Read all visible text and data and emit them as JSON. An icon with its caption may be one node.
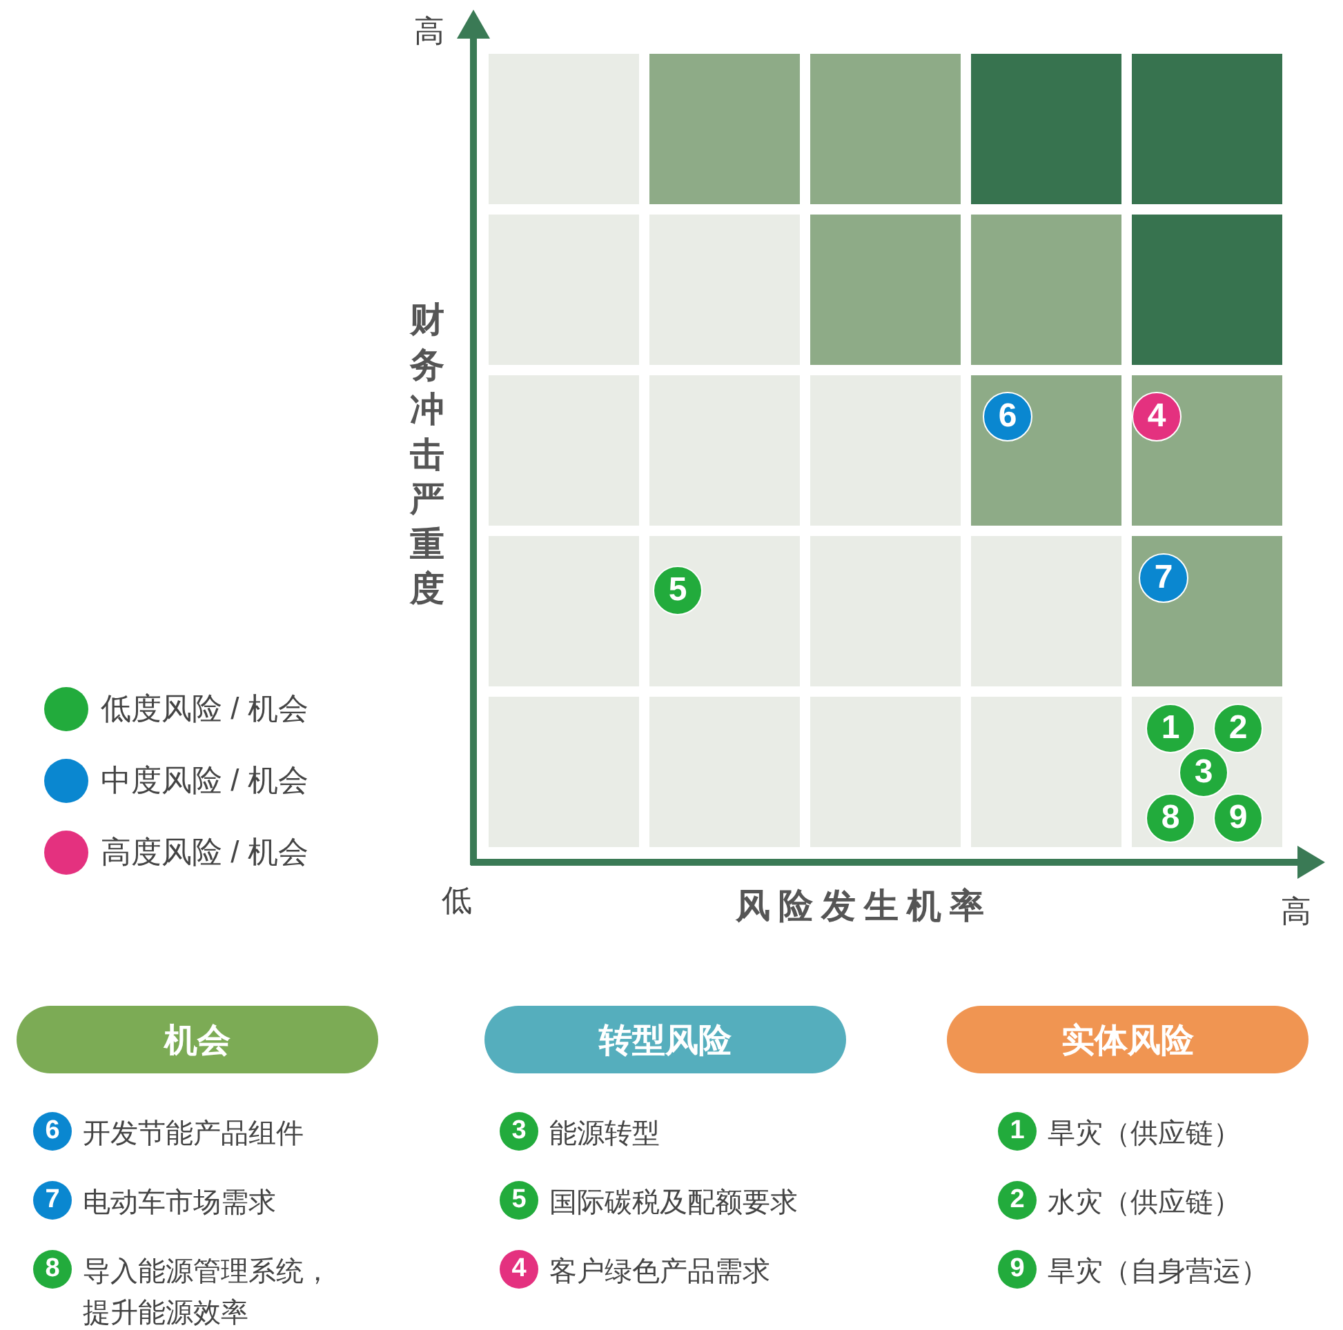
{
  "diagram": {
    "nodes": [
      {
        "text": [
          "6"
        ]
      },
      {
        "text": [
          "4"
        ]
      },
      {
        "text": [
          "7"
        ]
      },
      {
        "text": [
          "5"
        ]
      },
      {
        "text": [
          "1"
        ]
      },
      {
        "text": [
          "2"
        ]
      },
      {
        "text": [
          "3"
        ]
      },
      {
        "text": [
          "8"
        ]
      },
      {
        "text": [
          "9"
        ]
      },
      {
        "text": [
          "机会"
        ]
      },
      {
        "text": [
          "转型风险"
        ]
      },
      {
        "text": [
          "实体风险"
        ]
      },
      {
        "text": [
          "6"
        ],
        "beside": [
          "开发节能产品组件"
        ]
      },
      {
        "text": [
          "7"
        ],
        "beside": [
          "电动车市场需求"
        ]
      },
      {
        "text": [
          "8"
        ],
        "beside": [
          "导入能源管理系统，提升能源效率"
        ]
      },
      {
        "text": [
          "3"
        ],
        "beside": [
          "能源转型"
        ]
      },
      {
        "text": [
          "5"
        ],
        "beside": [
          "国际碳税及配额要求"
        ]
      },
      {
        "text": [
          "4"
        ],
        "beside": [
          "客户绿色产品需求"
        ]
      },
      {
        "text": [
          "1"
        ],
        "beside": [
          "旱灾（供应链）"
        ]
      },
      {
        "text": [
          "2"
        ],
        "beside": [
          "水灾（供应链）"
        ]
      },
      {
        "text": [
          "9"
        ],
        "beside": [
          "旱灾（自身营运）"
        ]
      }
    ],
    "labels": [
      "高",
      "财务冲击严重度",
      "低",
      "风险发生机率",
      "高"
    ],
    "legend": [
      {
        "text": "低度风险 / 机会",
        "color": "#22ab3c"
      },
      {
        "text": "中度风险 / 机会",
        "color": "#0a87d0"
      },
      {
        "text": "高度风险 / 机会",
        "color": "#e4317f"
      }
    ]
  }
}
